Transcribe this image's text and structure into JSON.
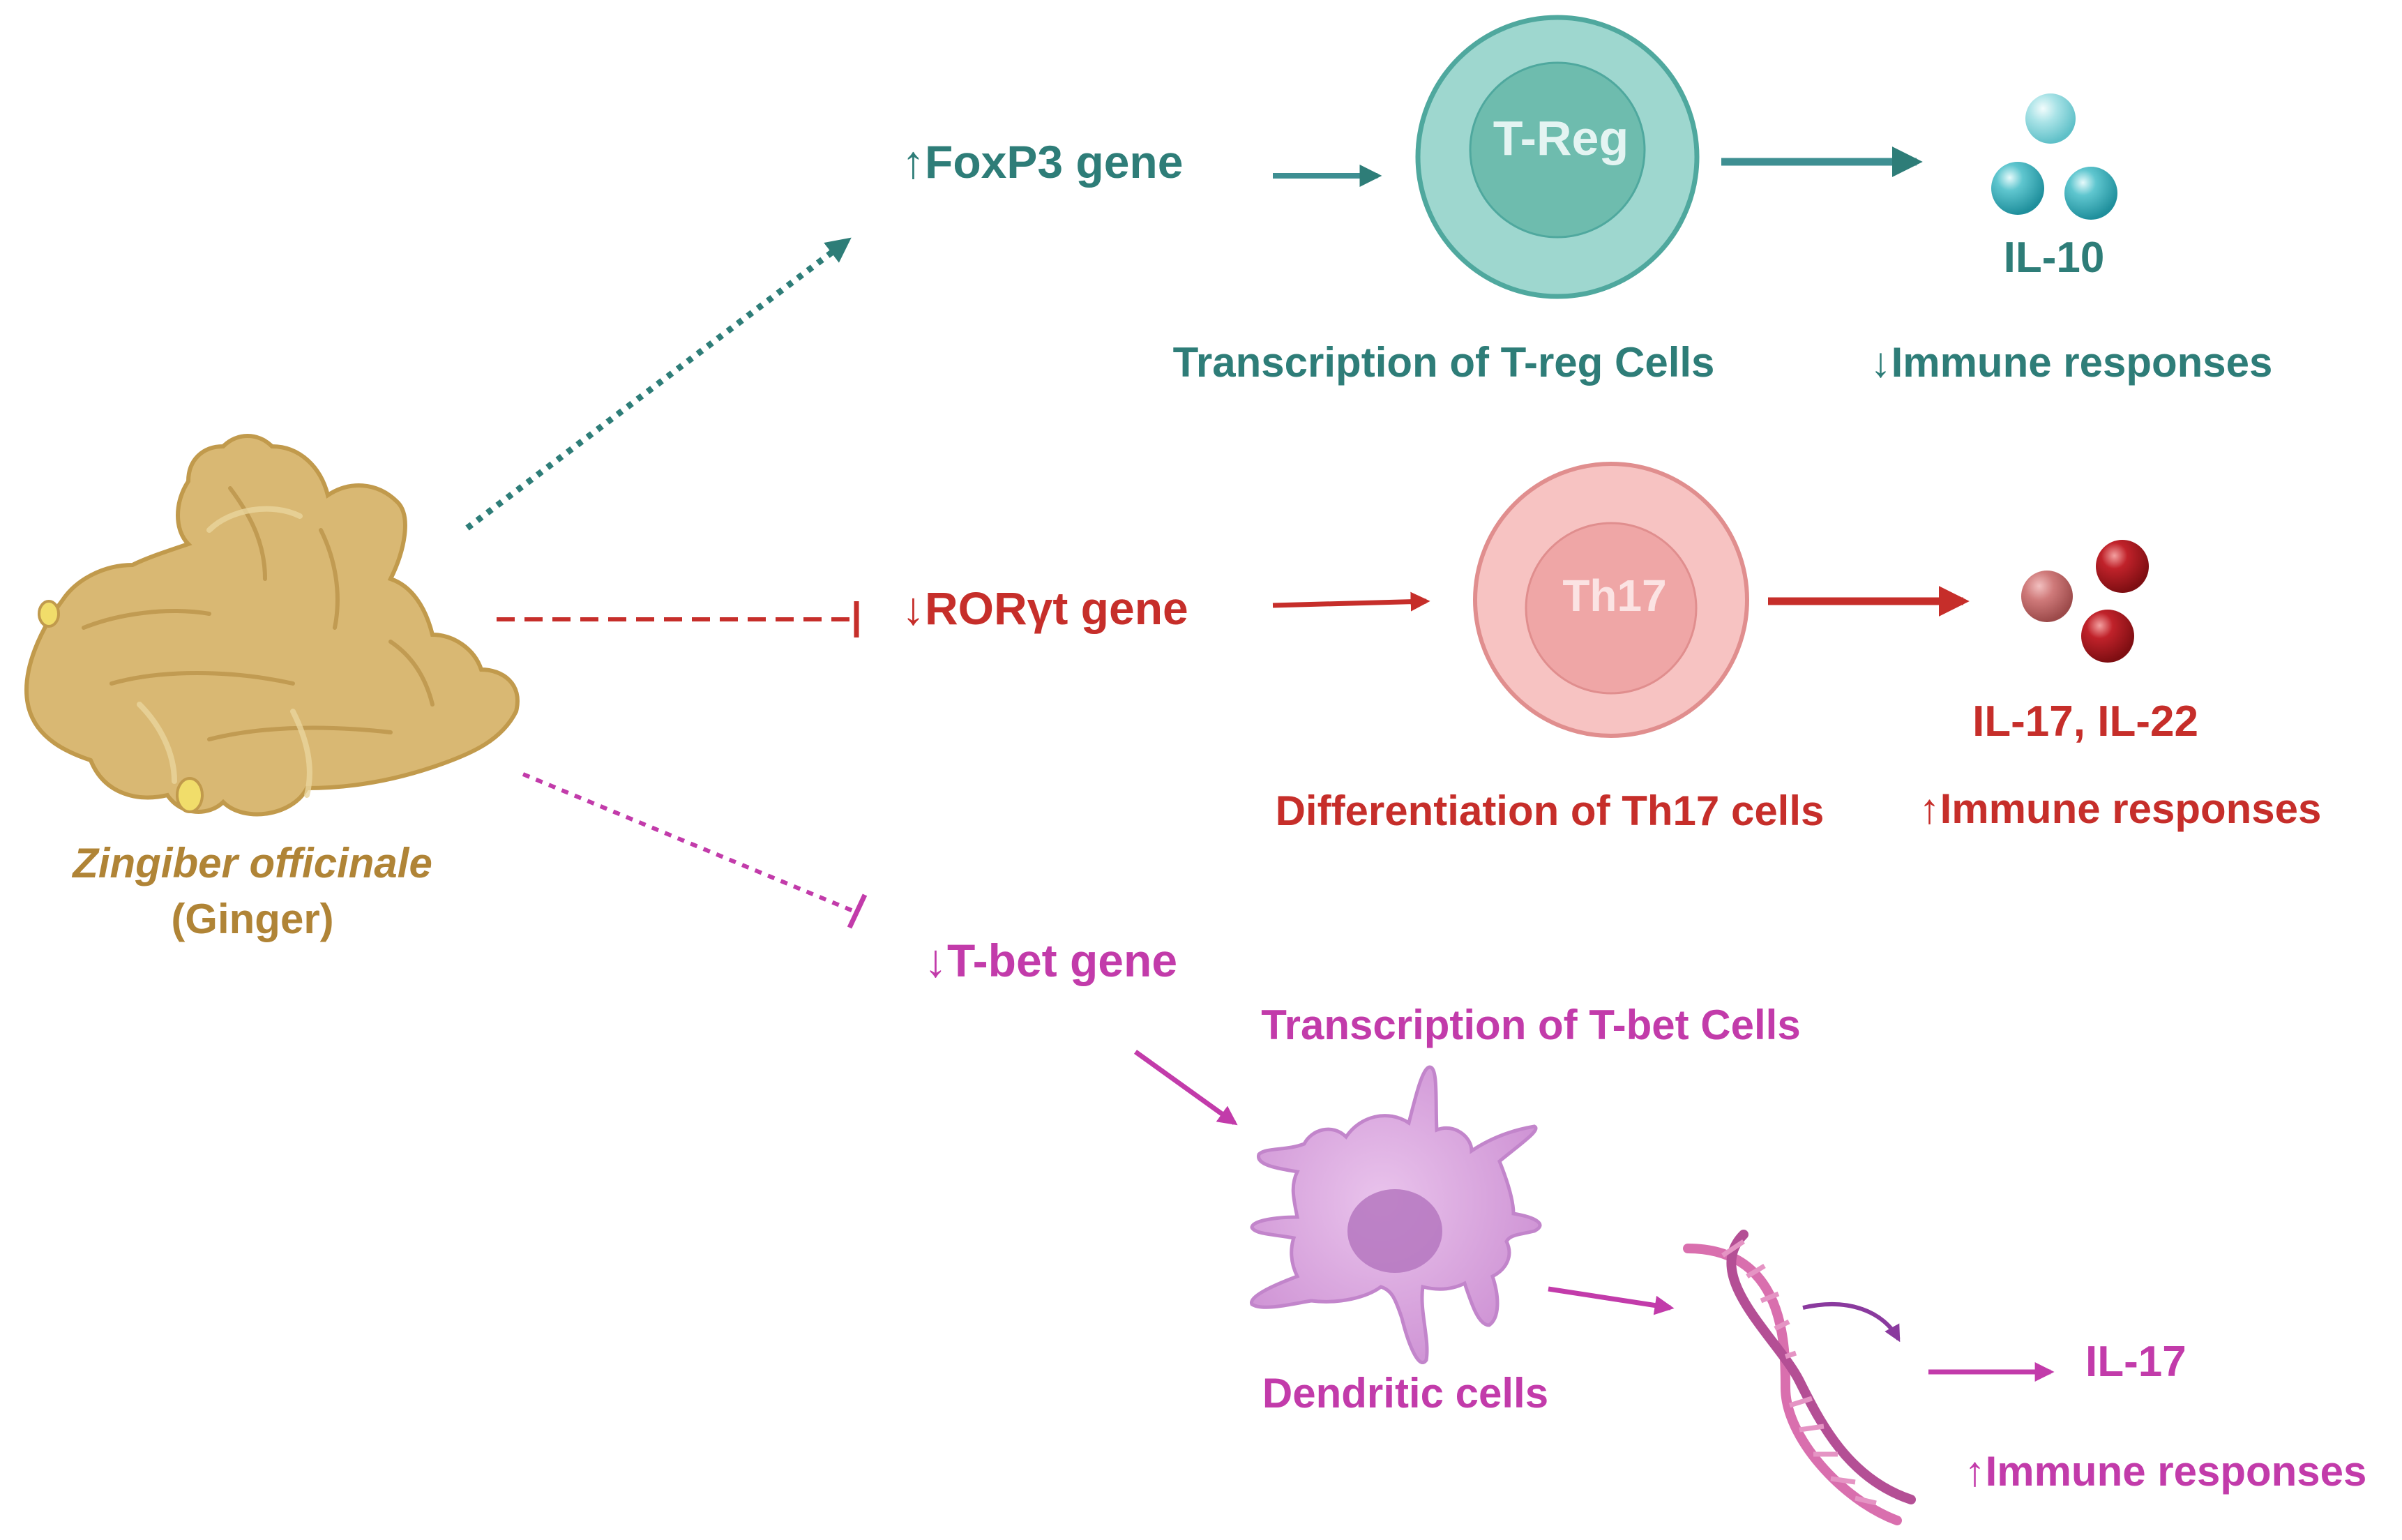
{
  "colors": {
    "teal": "#2E7D78",
    "teal_arrow": "#3E8F92",
    "red": "#C62E2A",
    "magenta": "#C23BAA",
    "ginger_text": "#B08436",
    "ginger_fill": "#D9B873",
    "treg_outer": "#9ED7CF",
    "treg_inner": "#6EBCAE",
    "th17_outer": "#F7C3C2",
    "th17_inner": "#EFA6A6",
    "il10_ball": "#35B0BC",
    "il17_ball": "#B0181E",
    "dendritic": "#D9A4DF",
    "dna": "#D96FAE"
  },
  "source": {
    "name_italic": "Zingiber officinale",
    "name_common": "(Ginger)",
    "icon": "ginger-root-icon"
  },
  "pathway_treg": {
    "gene_label": "↑FoxP3 gene",
    "cell_label": "T-Reg",
    "caption": "Transcription of T-reg Cells",
    "cytokine": "IL-10",
    "effect": "↓Immune responses",
    "connector": "activation (dotted arrow)"
  },
  "pathway_th17": {
    "gene_label": "↓RORγt gene",
    "cell_label": "Th17",
    "caption": "Differentiation of Th17 cells",
    "cytokine": "IL-17, IL-22",
    "effect": "↑Immune responses",
    "connector": "inhibition (dashed T-bar)"
  },
  "pathway_tbet": {
    "gene_label": "↓T-bet gene",
    "caption": "Transcription of T-bet Cells",
    "cell_label": "Dendritic cells",
    "cytokine": "IL-17",
    "effect": "↑Immune responses",
    "connector": "inhibition (dotted T-bar)",
    "icon_cell": "dendritic-cell-icon",
    "icon_dna": "dna-helix-icon"
  }
}
